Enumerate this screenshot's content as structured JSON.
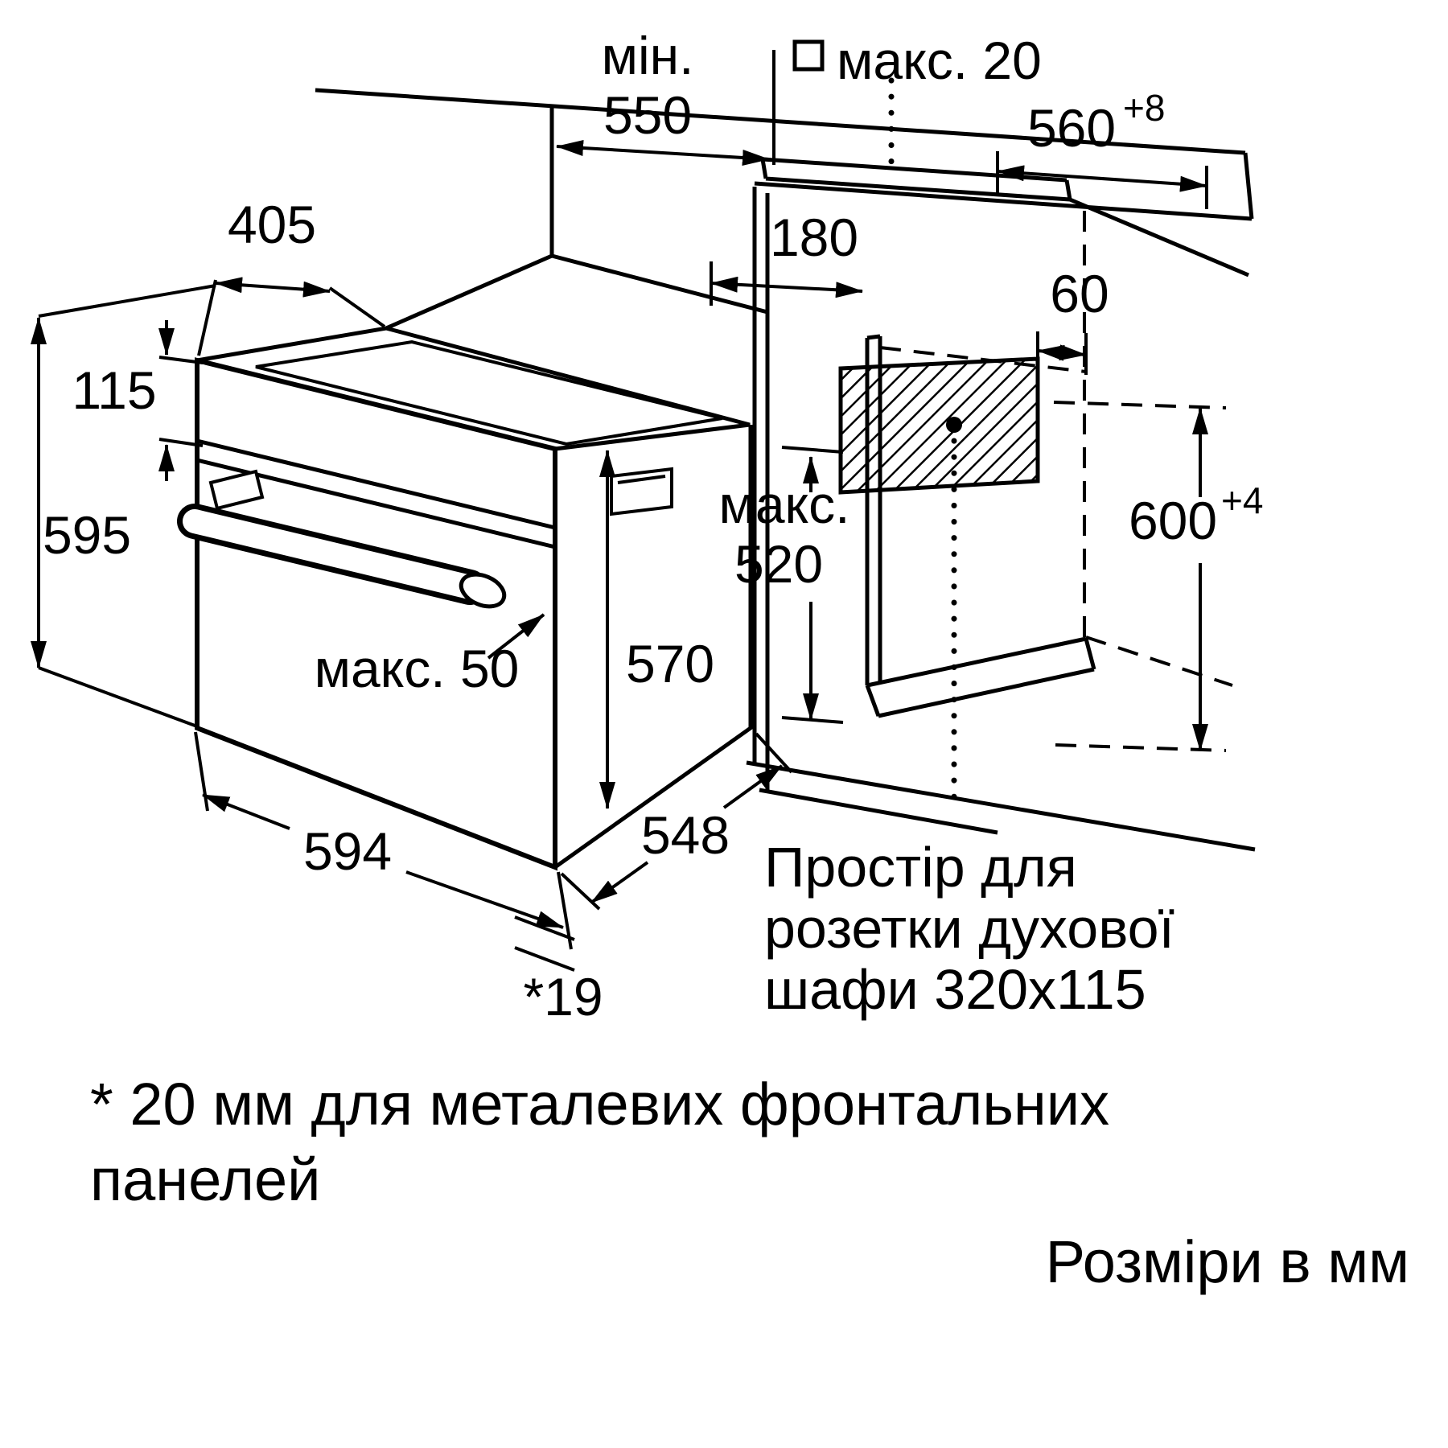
{
  "colors": {
    "line": "#000000",
    "background": "#ffffff"
  },
  "dims": {
    "min_label": "мін.",
    "min_value": "550",
    "max20": "макс. 20",
    "w560": "560",
    "w560sup": "+8",
    "d405": "405",
    "h115": "115",
    "h595": "595",
    "d180": "180",
    "d60": "60",
    "max_label": "макс.",
    "max_value": "520",
    "h600": "600",
    "h600sup": "+4",
    "h570": "570",
    "max50": "макс. 50",
    "w594": "594",
    "d548": "548",
    "gap19": "*19"
  },
  "notes": {
    "socket": [
      "Простір для",
      "розетки духової",
      "шафи 320x115"
    ],
    "footnote": [
      "* 20 мм для металевих фронтальних",
      "панелей"
    ],
    "units": "Розміри в мм"
  }
}
